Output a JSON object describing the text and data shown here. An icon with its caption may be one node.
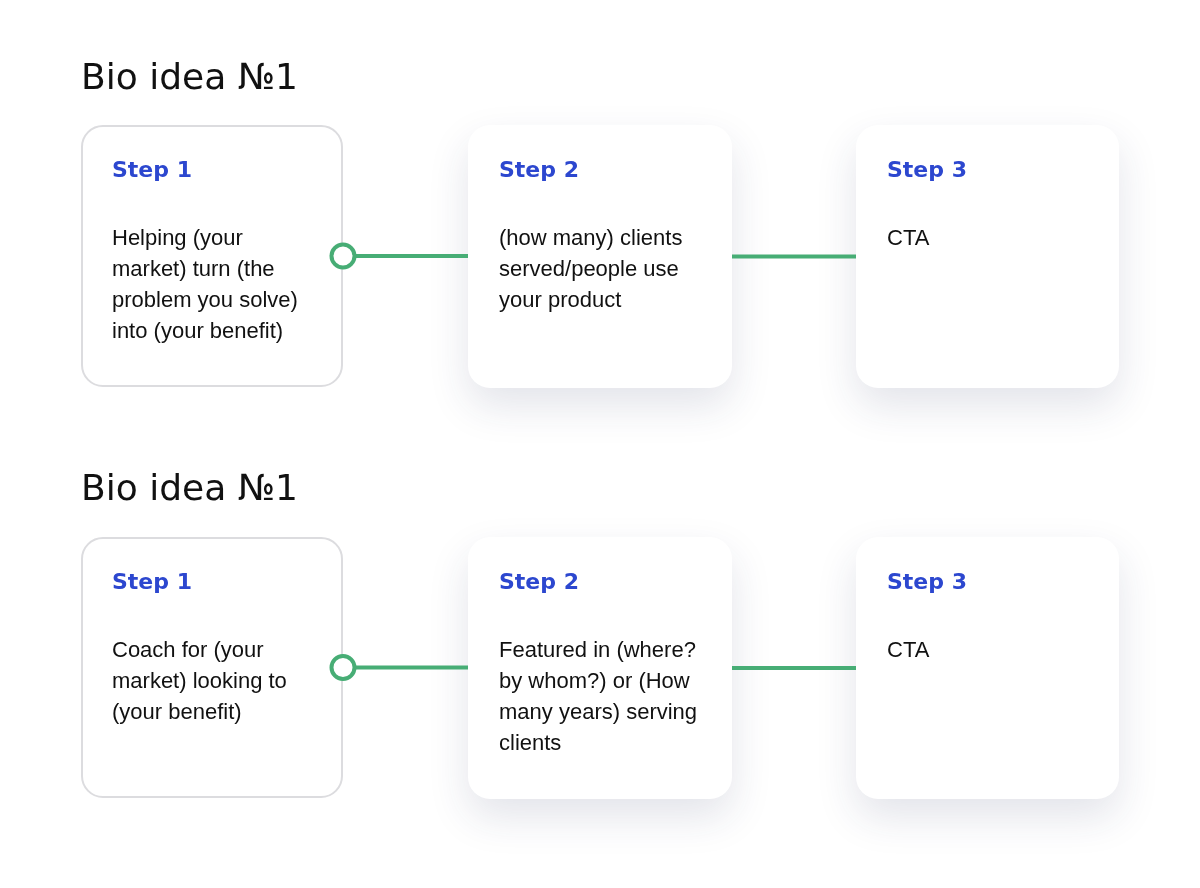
{
  "diagram": {
    "title": "Bio idea №1",
    "nodes": [
      {
        "text": [
          "Step 1",
          "Helping (your market) turn (the problem you solve) into (your benefit)"
        ]
      },
      {
        "text": [
          "Step 2",
          "(how many) clients served/people use your product"
        ]
      },
      {
        "text": [
          "Step 3",
          "CTA"
        ]
      },
      {
        "text": [
          "Step 1",
          "Coach for (your market) looking to (your benefit)"
        ]
      },
      {
        "text": [
          "Step 2",
          "Featured in (where? by whom?) or (How many years) serving clients"
        ]
      },
      {
        "text": [
          "Step 3",
          "CTA"
        ]
      }
    ],
    "edges": [
      {
        "from": 0,
        "to": 1,
        "arrow": "other"
      },
      {
        "from": 1,
        "to": 2,
        "arrow": "none"
      },
      {
        "from": 3,
        "to": 4,
        "arrow": "other"
      },
      {
        "from": 4,
        "to": 5,
        "arrow": "none"
      }
    ],
    "labels": [
      "Bio idea №1"
    ]
  }
}
